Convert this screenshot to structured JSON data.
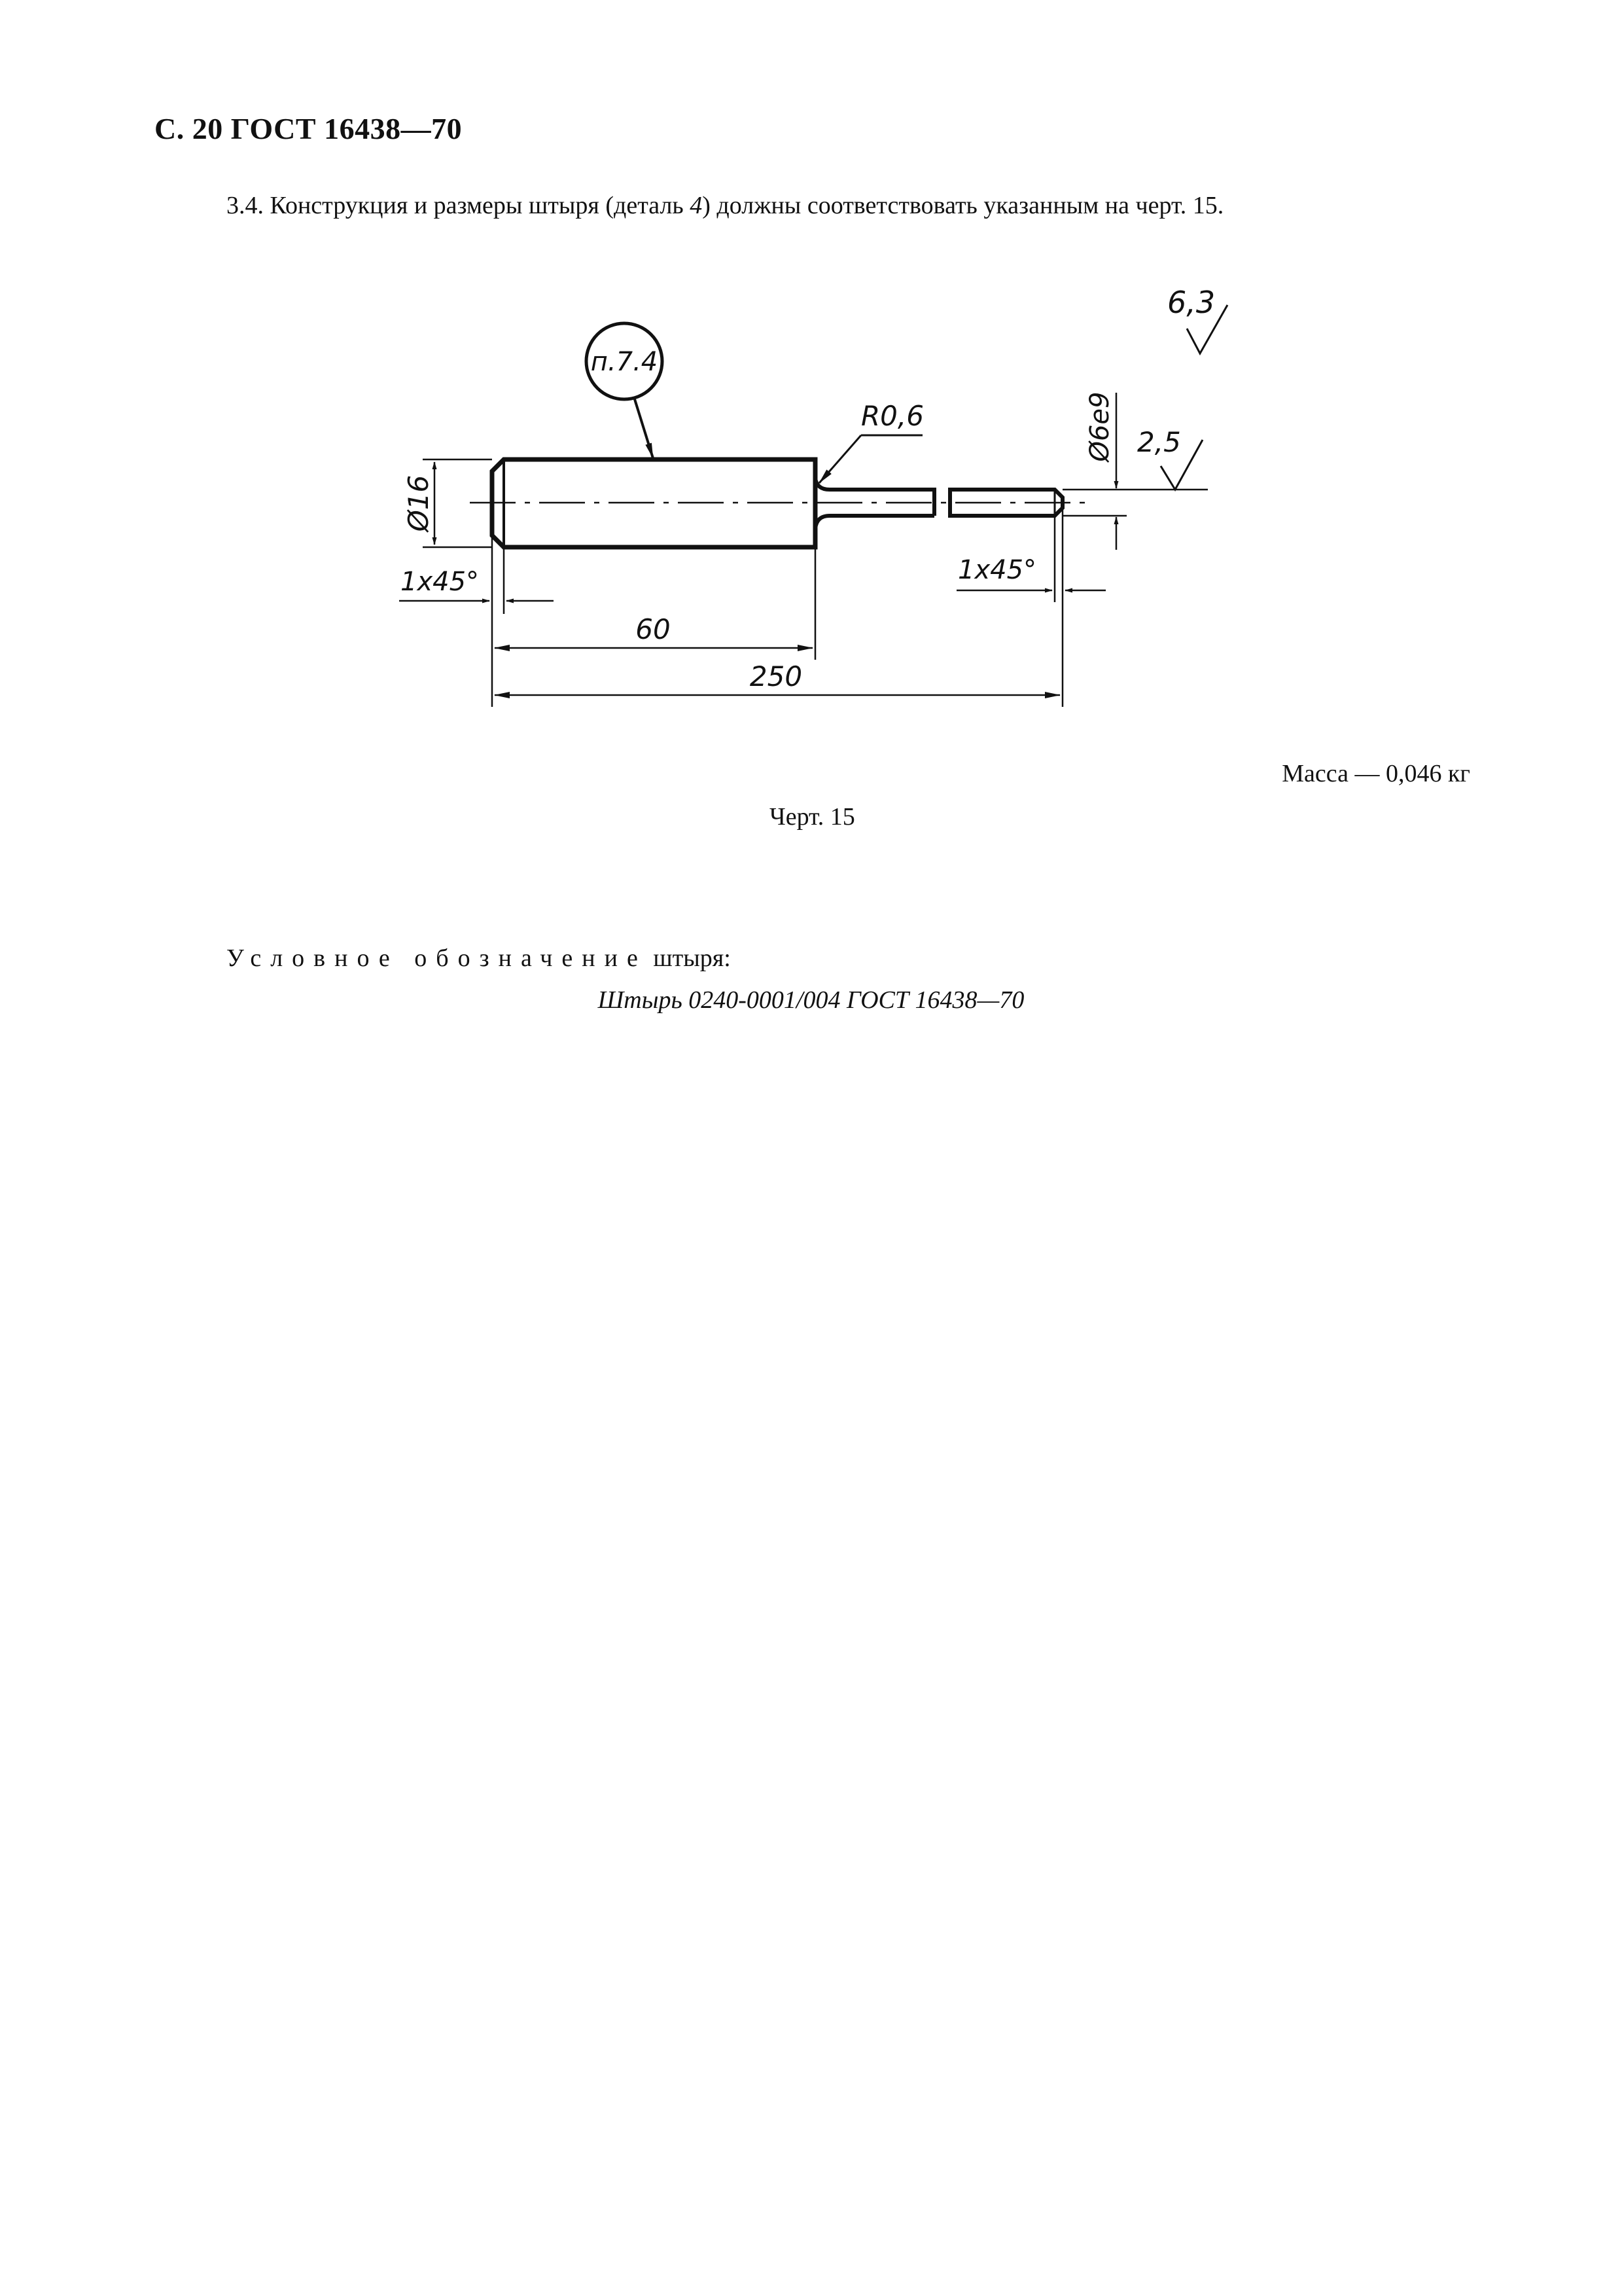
{
  "page": {
    "header": "С. 20 ГОСТ 16438—70",
    "paragraph": {
      "before": "3.4.  Конструкция и размеры штыря (деталь ",
      "detail_number": "4",
      "after": ") должны соответствовать указанным на черт. 15."
    },
    "drawing": {
      "callout": "п.7.4",
      "roughness_general": "6,3",
      "roughness_local": "2,5",
      "radius": "R0,6",
      "diameter_large": "Ø16",
      "diameter_small": "Ø6e9",
      "chamfer_left": "1x45°",
      "chamfer_right": "1x45°",
      "length_head": "60",
      "length_total": "250"
    },
    "mass": "Масса — 0,046 кг",
    "caption": "Черт. 15",
    "designation_label_spaced": "Условное обозначение",
    "designation_label_rest": " штыря:",
    "designation": "Штырь 0240-0001/004 ГОСТ 16438—70"
  }
}
